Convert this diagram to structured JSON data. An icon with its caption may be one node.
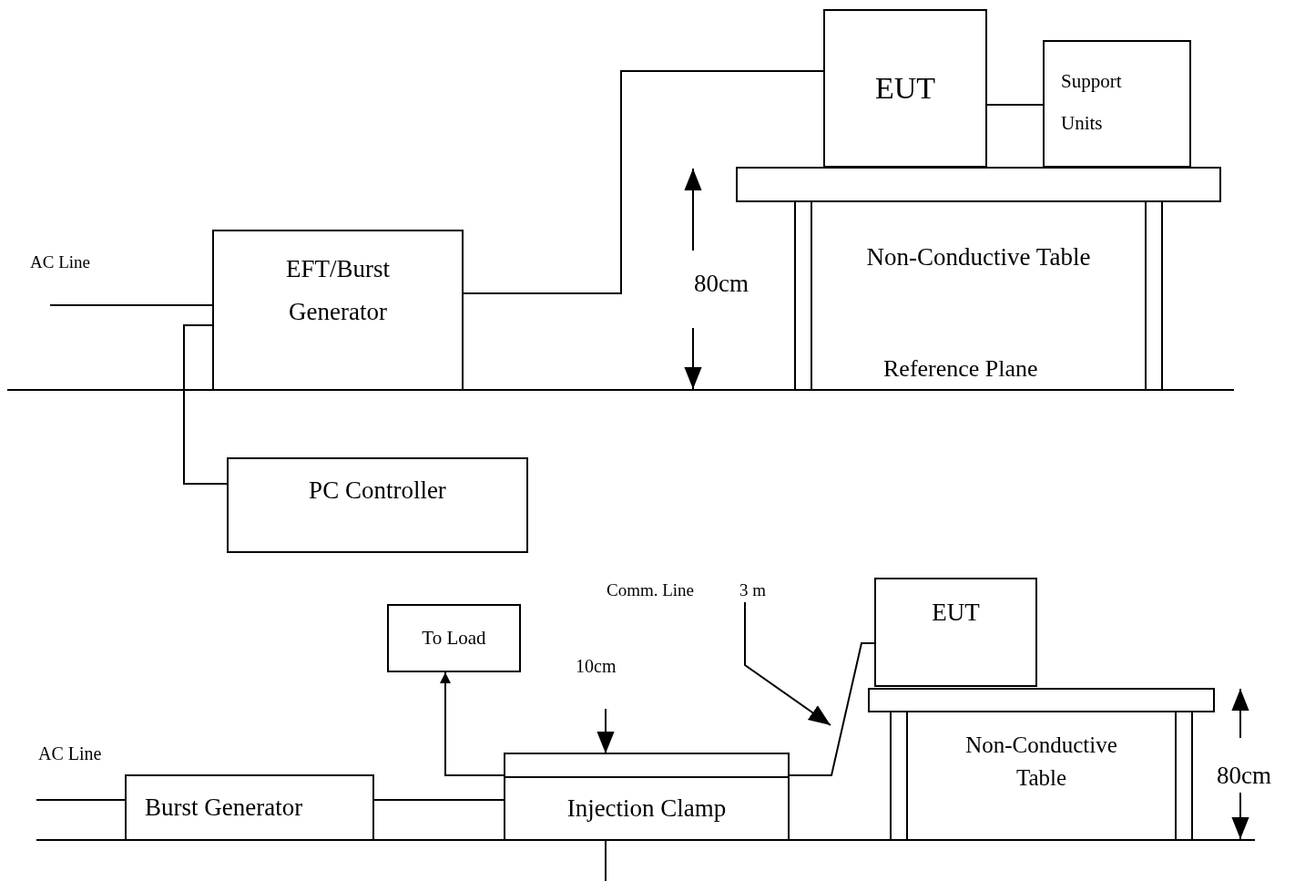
{
  "diagram": {
    "nodes": [
      {
        "text": [
          "EUT"
        ]
      },
      {
        "text": [
          "Support Units"
        ]
      },
      {
        "text": [
          "EFT/Burst Generator"
        ]
      },
      {
        "text": [
          "Non-Conductive Table"
        ]
      },
      {
        "text": [
          "PC Controller"
        ]
      },
      {
        "text": [
          "EUT"
        ]
      },
      {
        "text": [
          "To Load"
        ]
      },
      {
        "text": [
          "Injection Clamp"
        ]
      },
      {
        "text": [
          "Burst Generator"
        ]
      },
      {
        "text": [
          "Non-Conductive Table"
        ]
      },
      {
        "text": [
          "3 m"
        ]
      }
    ],
    "edges": [
      {
        "from": 2,
        "to": 0,
        "arrow": "none"
      },
      {
        "from": 0,
        "to": 1,
        "arrow": "none"
      },
      {
        "from": null,
        "to": 2,
        "arrow": "none"
      },
      {
        "from": 2,
        "to": 4,
        "arrow": "none"
      },
      {
        "from": 7,
        "to": 6,
        "arrow": "to"
      },
      {
        "from": null,
        "to": 8,
        "arrow": "none"
      },
      {
        "from": 8,
        "to": 7,
        "arrow": "none"
      },
      {
        "from": 7,
        "to": 5,
        "arrow": "none"
      },
      {
        "from": 10,
        "to": null,
        "arrow": "to"
      }
    ],
    "labels": [
      "AC Line",
      "80cm",
      "Reference Plane",
      "Comm. Line",
      "10cm",
      "AC Line",
      "80cm"
    ]
  }
}
